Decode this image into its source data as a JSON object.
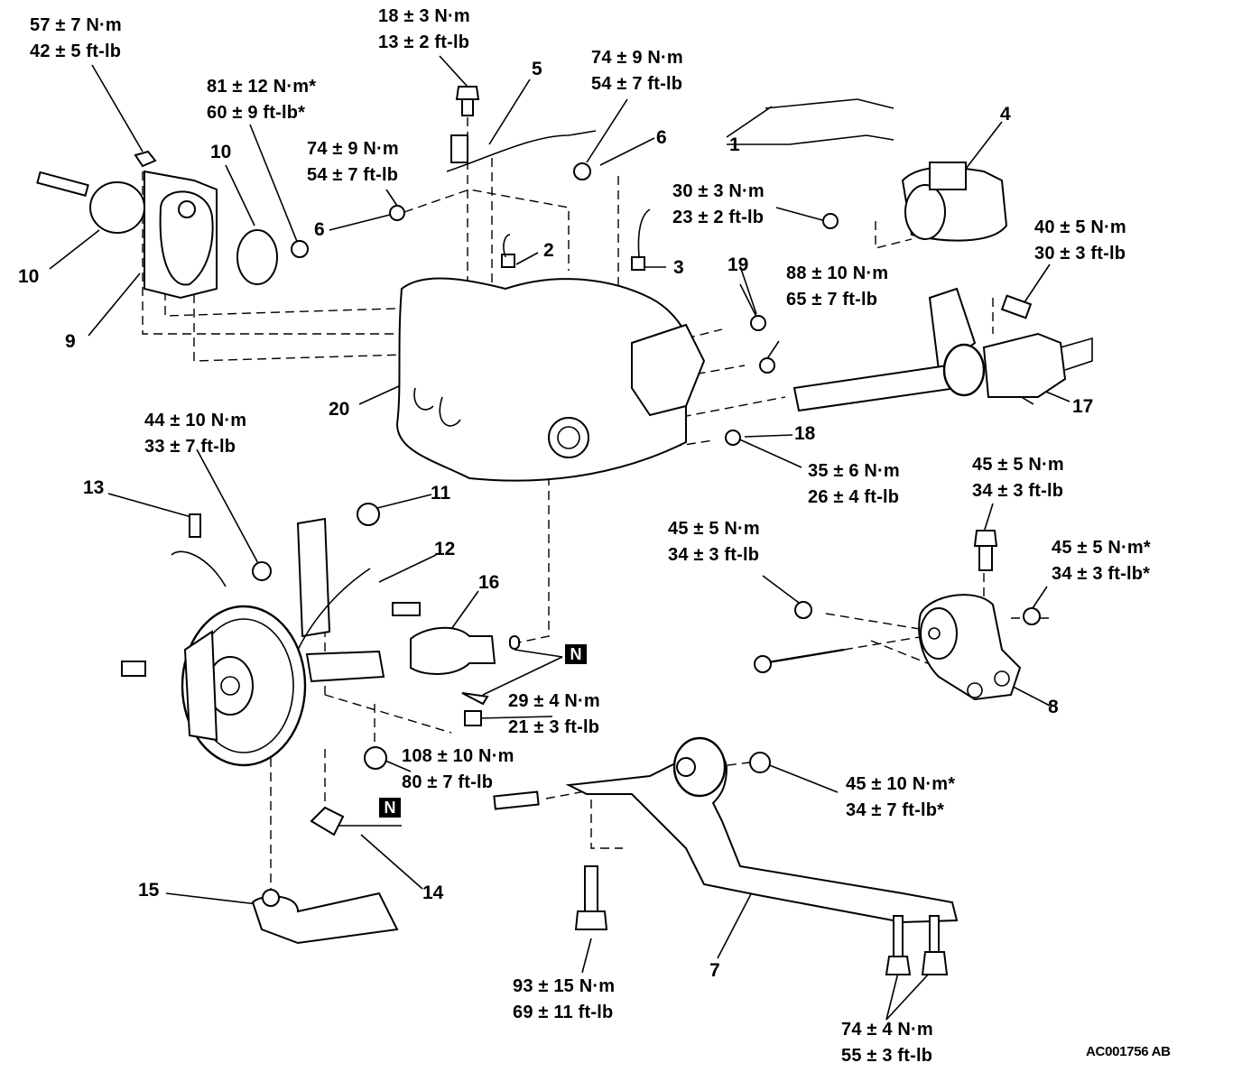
{
  "figure_id": "AC001756 AB",
  "torque_specs": [
    {
      "id": "t1",
      "nm": "57 ± 7 N·m",
      "ftlb": "42 ± 5 ft-lb"
    },
    {
      "id": "t2",
      "nm": "81 ± 12 N·m*",
      "ftlb": "60 ± 9 ft-lb*"
    },
    {
      "id": "t3",
      "nm": "18 ± 3 N·m",
      "ftlb": "13 ± 2 ft-lb"
    },
    {
      "id": "t4",
      "nm": "74 ± 9 N·m",
      "ftlb": "54 ± 7 ft-lb"
    },
    {
      "id": "t5",
      "nm": "74 ± 9 N·m",
      "ftlb": "54 ± 7 ft-lb"
    },
    {
      "id": "t6",
      "nm": "30 ± 3 N·m",
      "ftlb": "23 ± 2 ft-lb"
    },
    {
      "id": "t7",
      "nm": "40 ± 5 N·m",
      "ftlb": "30 ± 3 ft-lb"
    },
    {
      "id": "t8",
      "nm": "88 ± 10 N·m",
      "ftlb": "65 ± 7 ft-lb"
    },
    {
      "id": "t9",
      "nm": "44 ± 10 N·m",
      "ftlb": "33 ± 7 ft-lb"
    },
    {
      "id": "t10",
      "nm": "35 ± 6 N·m",
      "ftlb": "26 ± 4 ft-lb"
    },
    {
      "id": "t11",
      "nm": "45 ± 5 N·m",
      "ftlb": "34 ± 3 ft-lb"
    },
    {
      "id": "t12",
      "nm": "45 ± 5 N·m",
      "ftlb": "34 ± 3 ft-lb"
    },
    {
      "id": "t13",
      "nm": "45 ± 5 N·m*",
      "ftlb": "34 ± 3 ft-lb*"
    },
    {
      "id": "t14",
      "nm": "29 ± 4 N·m",
      "ftlb": "21 ± 3 ft-lb"
    },
    {
      "id": "t15",
      "nm": "108 ± 10 N·m",
      "ftlb": "80 ± 7 ft-lb"
    },
    {
      "id": "t16",
      "nm": "45 ± 10 N·m*",
      "ftlb": "34 ± 7 ft-lb*"
    },
    {
      "id": "t17",
      "nm": "93 ± 15 N·m",
      "ftlb": "69 ± 11 ft-lb"
    },
    {
      "id": "t18",
      "nm": "74 ± 4 N·m",
      "ftlb": "55 ± 3 ft-lb"
    }
  ],
  "callouts": [
    "1",
    "2",
    "3",
    "4",
    "5",
    "6",
    "6",
    "7",
    "8",
    "9",
    "10",
    "10",
    "11",
    "12",
    "13",
    "14",
    "15",
    "16",
    "17",
    "18",
    "19",
    "20"
  ],
  "badges": {
    "n_label": "N"
  }
}
